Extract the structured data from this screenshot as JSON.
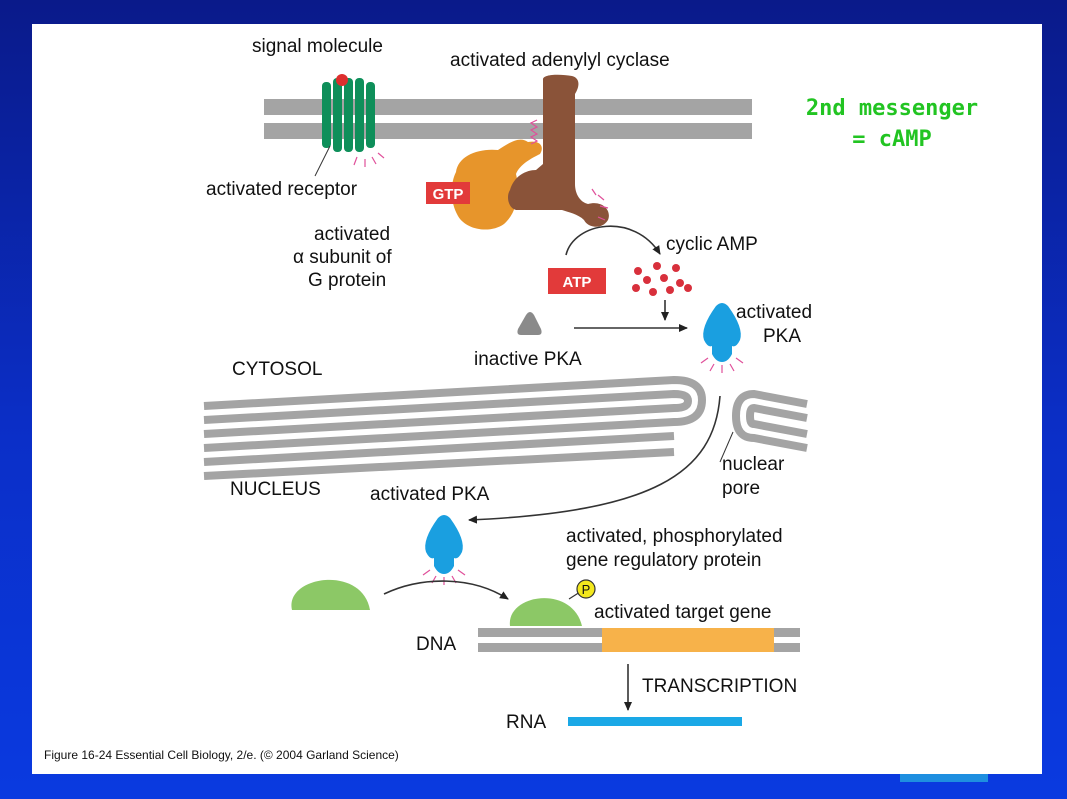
{
  "labels": {
    "signal_molecule": "signal molecule",
    "activated_adenylyl_cyclase": "activated adenylyl cyclase",
    "activated_receptor": "activated receptor",
    "gtp": "GTP",
    "alpha_subunit_line1": "activated",
    "alpha_subunit_line2": "α subunit of",
    "alpha_subunit_line3": "G protein",
    "atp": "ATP",
    "cyclic_amp": "cyclic AMP",
    "activated_pka_top_line1": "activated",
    "activated_pka_top_line2": "PKA",
    "inactive_pka": "inactive PKA",
    "cytosol": "CYTOSOL",
    "nucleus": "NUCLEUS",
    "nuclear_pore_line1": "nuclear",
    "nuclear_pore_line2": "pore",
    "activated_pka_nucleus": "activated PKA",
    "phospho_protein_line1": "activated, phosphorylated",
    "phospho_protein_line2": "gene regulatory protein",
    "phosphate": "P",
    "activated_target_gene": "activated target gene",
    "dna": "DNA",
    "transcription": "TRANSCRIPTION",
    "rna": "RNA"
  },
  "annotation": {
    "line1": "2nd messenger",
    "line2": "= cAMP"
  },
  "caption": "Figure 16-24  Essential Cell Biology, 2/e. (© 2004 Garland Science)",
  "colors": {
    "background": "#0b2fc8",
    "annotation": "#22c422",
    "receptor": "#0e8f5a",
    "g_protein": "#e7952b",
    "adenylyl_cyclase": "#8a5339",
    "pka_active": "#1a9fe0",
    "pka_inactive": "#8a8a8a",
    "regulatory_protein": "#8cc866",
    "target_gene": "#f7b24a",
    "rna": "#1aa8e6",
    "tag_red": "#e23a3a",
    "camp": "#d8303c"
  }
}
